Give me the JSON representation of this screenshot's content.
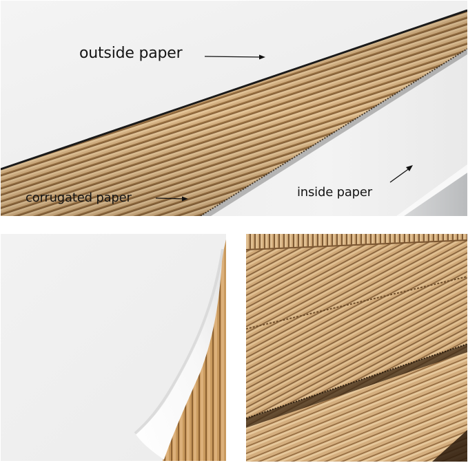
{
  "panels": {
    "top": {
      "subject": "layered paperboard cross-section",
      "annotations": [
        {
          "id": "outside",
          "text": "outside paper",
          "arrow_direction": "right"
        },
        {
          "id": "corrugated",
          "text": "corrugated paper",
          "arrow_direction": "right"
        },
        {
          "id": "inside",
          "text": "inside paper",
          "arrow_direction": "up-right"
        }
      ]
    },
    "bottom_left": {
      "subject": "white sheet with curled corner revealing corrugated layer"
    },
    "bottom_right": {
      "subject": "close-up of stacked corrugated kraft sheets"
    }
  },
  "colors": {
    "background": "#ffffff",
    "white_paper": "#f2f2f2",
    "shadow_grey": "#c4c6c8",
    "kraft_light": "#d9b98d",
    "kraft_mid": "#c9a373",
    "kraft_dark": "#8a6538",
    "edge_black": "#1a1a1a",
    "label_text": "#141414"
  }
}
